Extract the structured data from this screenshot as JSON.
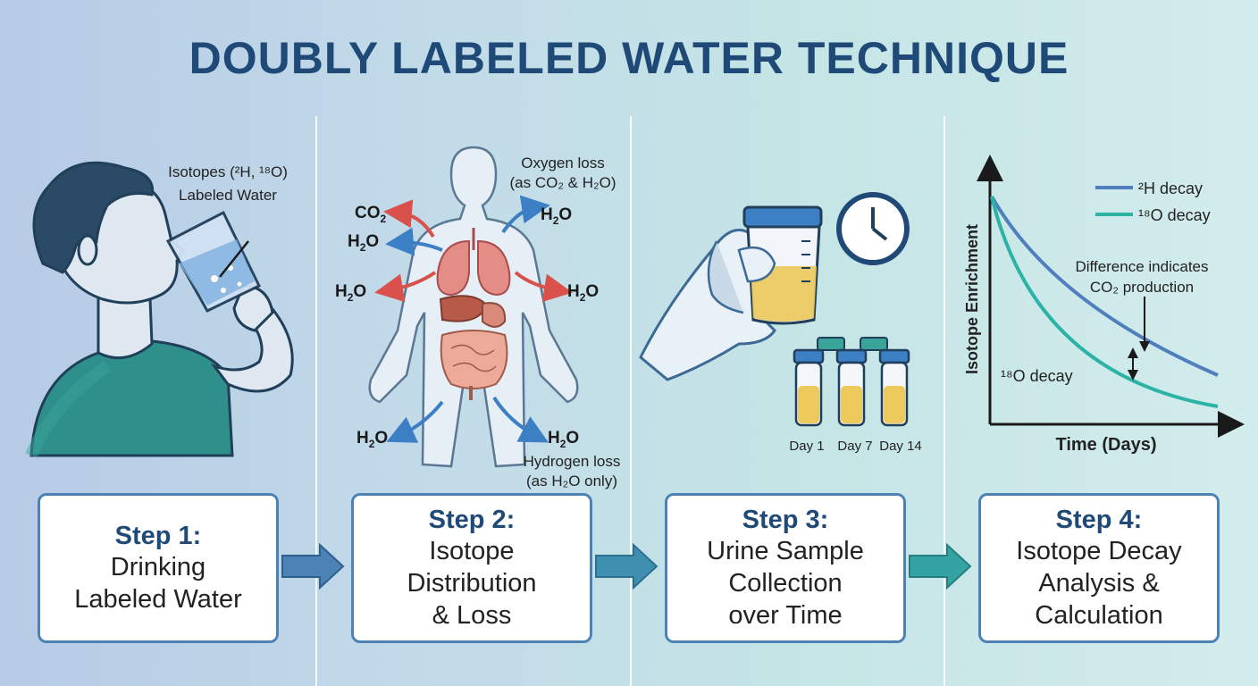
{
  "title": "DOUBLY LABELED WATER TECHNIQUE",
  "panel1": {
    "label_line1": "Isotopes (²H, ¹⁸O)",
    "label_line2": "Labeled Water"
  },
  "panel2": {
    "oxygen_loss_line1": "Oxygen loss",
    "oxygen_loss_line2": "(as CO₂ & H₂O)",
    "hydrogen_loss_line1": "Hydrogen loss",
    "hydrogen_loss_line2": "(as H₂O only)",
    "co2": "CO",
    "h2o": "H",
    "sub2": "2",
    "o": "O"
  },
  "panel3": {
    "days": [
      "Day 1",
      "Day 7",
      "Day 14"
    ]
  },
  "panel4": {
    "ylabel": "Isotope Enrichment",
    "xlabel": "Time (Days)",
    "legend": [
      "²H decay",
      "¹⁸O decay"
    ],
    "annotation_line1": "Difference indicates",
    "annotation_line2": "CO₂ production",
    "curve_label": "¹⁸O decay"
  },
  "steps": [
    {
      "num": "Step 1:",
      "desc": "Drinking\nLabeled Water"
    },
    {
      "num": "Step 2:",
      "desc": "Isotope\nDistribution\n& Loss"
    },
    {
      "num": "Step 3:",
      "desc": "Urine Sample\nCollection\nover Time"
    },
    {
      "num": "Step 4:",
      "desc": "Isotope Decay\nAnalysis &\nCalculation"
    }
  ],
  "colors": {
    "title": "#1f4a78",
    "h2_line": "#4f7fbd",
    "o18_line": "#2bb3a6",
    "red_arrow": "#d9514a",
    "blue_arrow": "#3c7fc4"
  }
}
